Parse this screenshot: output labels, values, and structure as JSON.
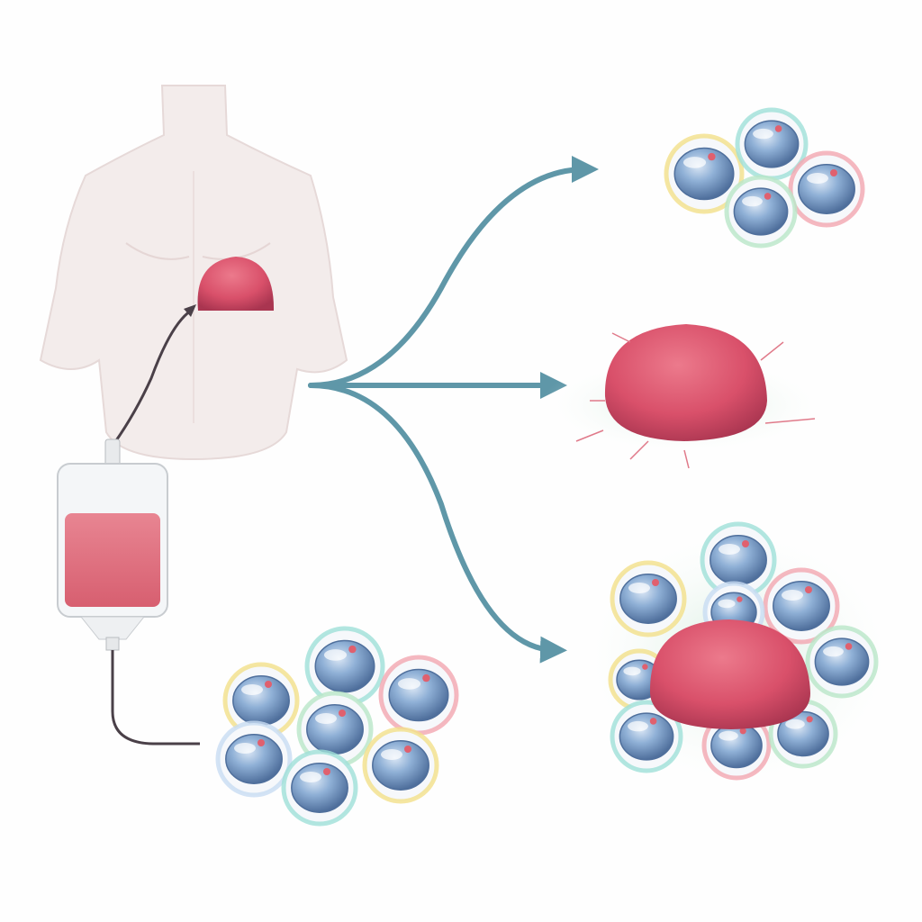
{
  "colors": {
    "background": "#fefefe",
    "body": "#f3eceb",
    "body_outline": "#e6d9d8",
    "tumor": "#d9506a",
    "tumor_dark": "#b83a55",
    "iv_fluid": "#e0707f",
    "arrow": "#5f97a8",
    "tube": "#4a4048",
    "cell_core": "#8fb0d6",
    "cell_core_dark": "#5a7fae"
  },
  "icons": [
    "human-torso",
    "tumor",
    "iv-bag",
    "infusion-tube",
    "immune-cell-cluster",
    "branch-arrows"
  ]
}
